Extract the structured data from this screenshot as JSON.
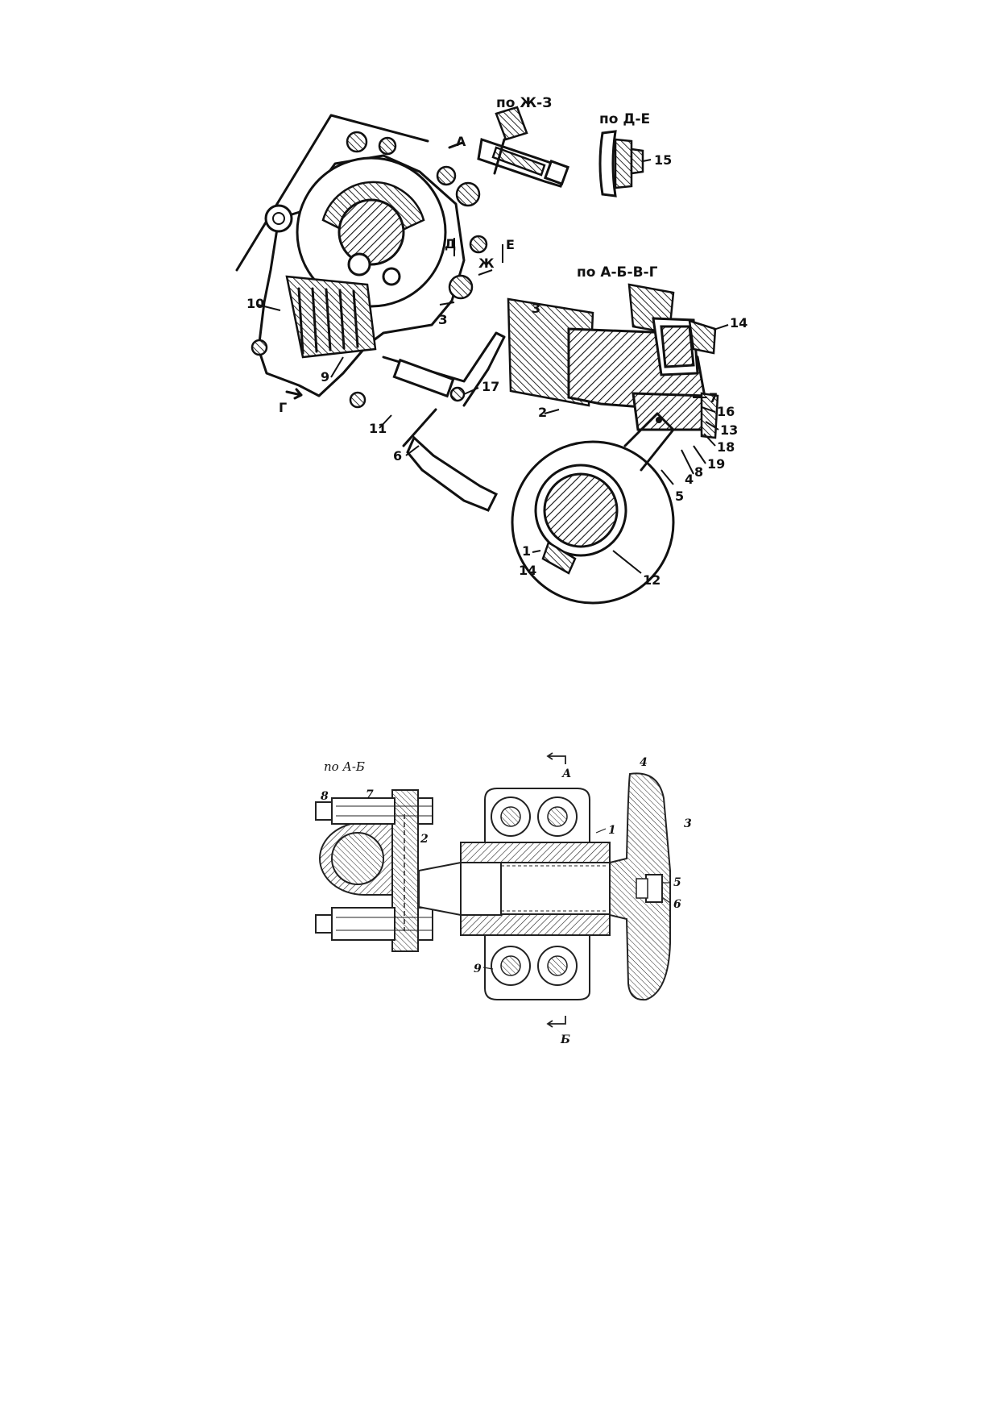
{
  "figure1": {
    "captions": {
      "zh_z": "по Ж-З",
      "d_e": "по Д-Е",
      "abvg": "по А-Б-В-Г"
    },
    "section_letters": {
      "a": "А",
      "d": "Д",
      "e": "Е",
      "zh": "Ж",
      "z": "З",
      "g": "Г"
    },
    "callouts": {
      "c1": "1",
      "c2": "2",
      "c3": "3",
      "c4": "4",
      "c5": "5",
      "c6": "6",
      "c7": "7",
      "c8": "8",
      "c9": "9",
      "c10": "10",
      "c11": "11",
      "c12": "12",
      "c13": "13",
      "c14a": "14",
      "c14b": "14",
      "c15": "15",
      "c16": "16",
      "c17": "17",
      "c18": "18",
      "c19": "19"
    }
  },
  "figure2": {
    "caption": "по А-Б",
    "section_letters": {
      "a": "А",
      "b": "Б"
    },
    "callouts": {
      "c1": "1",
      "c2": "2",
      "c3": "3",
      "c4": "4",
      "c5": "5",
      "c6": "6",
      "c7": "7",
      "c8": "8",
      "c9": "9"
    }
  }
}
